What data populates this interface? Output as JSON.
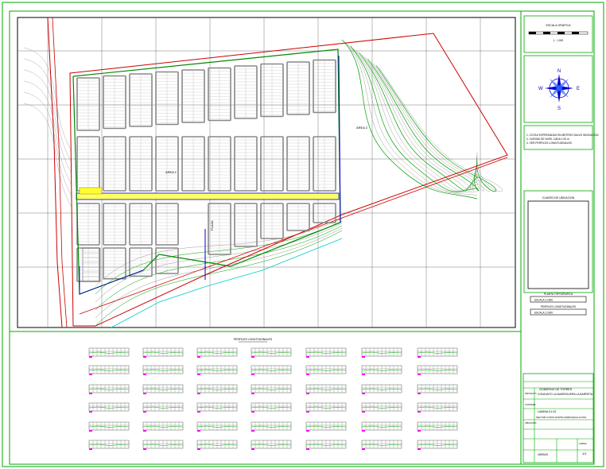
{
  "title_block": {
    "owner": "GOBIERNO DE TORRES",
    "project_label": "PROYECTO",
    "project": "CONJUNTO LA MADRIGUERA LA BARRETA",
    "drawing_label": "CONTIENE",
    "drawing": "LAMINA 01-02",
    "location_label": "UBICACION",
    "location": "SECTOR COSTA NORTE PARROQUIA ALTOS",
    "scale_value": "VARIAS",
    "sheet_number": "1/1",
    "sheet_label": "LAMINA"
  },
  "legend": {
    "scale_bar_title": "ESCALA GRAFICA",
    "scale_bar_caption": "1 : 1,000",
    "north": {
      "n": "N",
      "s": "S",
      "e": "E",
      "w": "W"
    },
    "notes": [
      "1. COTAS EXPRESADAS EN METROS SALVO INDICACION",
      "2. CURVAS DE NIVEL CADA 1.00 m",
      "3. VER PERFILES LONGITUDINALES"
    ],
    "key_map_title": "CUADRO DE UBICACION",
    "box_one_title": "PLANTA TOPOGRAFICA",
    "box_one_value": "ESCALA 1:1000",
    "box_two_title": "PERFILES LONGITUDINALES",
    "box_two_value": "ESCALA 1:1000"
  },
  "plan": {
    "area_one": "AREA 1",
    "area_two": "AREA 2",
    "plaza": "PLAZA",
    "profiles_title": "PERFILES LONGITUDINALES"
  },
  "colors": {
    "frame": "#00aa00",
    "boundary": "#cc0000",
    "lots": "#888888",
    "contour": "#00a000",
    "road_fill": "#ffff66",
    "road_edge": "#0000cc",
    "grid": "#555555"
  }
}
